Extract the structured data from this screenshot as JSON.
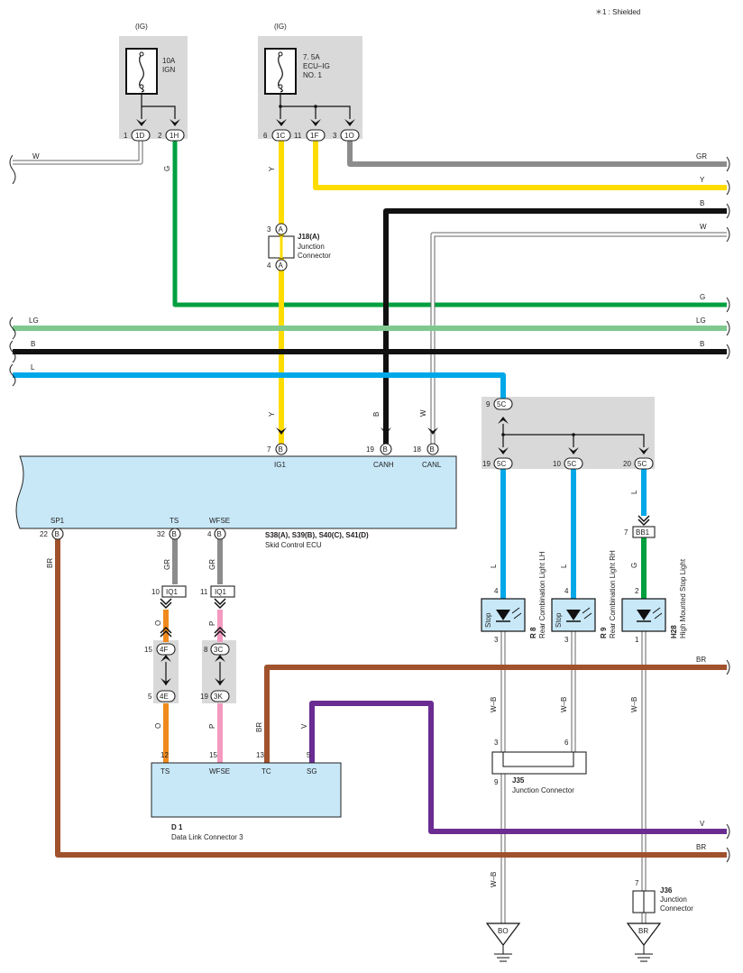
{
  "note": "＊1 : Shielded",
  "fuses": {
    "ign": {
      "supply": "(IG)",
      "rating": "10A",
      "name": "IGN"
    },
    "ecuig": {
      "supply": "(IG)",
      "rating": "7. 5A",
      "name": "ECU–IG",
      "name2": "NO. 1"
    }
  },
  "pins": {
    "p1": "1",
    "p1d": "1D",
    "p2": "2",
    "p1h": "1H",
    "p6": "6",
    "p1c": "1C",
    "p11": "11",
    "p1f": "1F",
    "p3": "3",
    "p1o": "1O",
    "j18a_top_num": "3",
    "j18a_top": "A",
    "j18a_bot_num": "4",
    "j18a_bot": "A",
    "ecu_ig1_num": "7",
    "ecu_ig1": "B",
    "ecu_canh_num": "19",
    "ecu_canh": "B",
    "ecu_canl_num": "18",
    "ecu_canl": "B",
    "sp1_num": "22",
    "sp1": "B",
    "ts_num": "32",
    "ts": "B",
    "wfse_num": "4",
    "wfse": "B",
    "j5c_top_num": "9",
    "j5c_top": "5C",
    "j5c_a_num": "19",
    "j5c_a": "5C",
    "j5c_b_num": "10",
    "j5c_b": "5C",
    "j5c_c_num": "20",
    "j5c_c": "5C",
    "iq1a_num": "10",
    "iq1a": "IQ1",
    "iq1b_num": "11",
    "iq1b": "IQ1",
    "p4f_num": "15",
    "p4f": "4F",
    "p4e_num": "5",
    "p4e": "4E",
    "p3c_num": "8",
    "p3c": "3C",
    "p3k_num": "19",
    "p3k": "3K",
    "bb1_num": "7",
    "bb1": "BB1",
    "r8_in": "4",
    "r8_out": "3",
    "r9_in": "4",
    "r9_out": "3",
    "h28_in": "2",
    "h28_out": "1",
    "j35_a": "3",
    "j35_b": "6",
    "j35_c": "9",
    "j36_a": "7",
    "d1_ts": "12",
    "d1_wfse": "15",
    "d1_tc": "13",
    "d1_sg": "5"
  },
  "wires": {
    "w": "W",
    "g": "G",
    "y": "Y",
    "gr": "GR",
    "b": "B",
    "lg": "LG",
    "l": "L",
    "br": "BR",
    "o": "O",
    "p": "P",
    "v": "V",
    "wb": "W–B"
  },
  "j18": {
    "id": "J18(A)",
    "line1": "Junction",
    "line2": "Connector"
  },
  "ecu": {
    "ig1": "IG1",
    "canh": "CANH",
    "canl": "CANL",
    "sp1": "SP1",
    "ts": "TS",
    "wfse": "WFSE",
    "id": "S38(A), S39(B), S40(C), S41(D)",
    "name": "Skid Control ECU"
  },
  "lamps": {
    "r8": {
      "id": "R 8",
      "name": "Rear Combination Light LH",
      "stop": "Stop"
    },
    "r9": {
      "id": "R 9",
      "name": "Rear Combination Light RH",
      "stop": "Stop"
    },
    "h28": {
      "id": "H28",
      "name": "High Mounted Stop Light"
    }
  },
  "j35": {
    "id": "J35",
    "name": "Junction Connector"
  },
  "j36": {
    "id": "J36",
    "line1": "Junction",
    "line2": "Connector"
  },
  "d1": {
    "id": "D 1",
    "name": "Data Link Connector 3",
    "ts": "TS",
    "wfse": "WFSE",
    "tc": "TC",
    "sg": "SG"
  },
  "grounds": {
    "bo": "BO",
    "br": "BR"
  },
  "colors": {
    "W": "#ffffff",
    "G": "#00a040",
    "Y": "#ffdc00",
    "GR": "#8c8c8c",
    "B": "#111111",
    "LG": "#7fc98f",
    "L": "#00a8e8",
    "BR": "#a0522d",
    "O": "#f08a1c",
    "P": "#f49ac1",
    "V": "#6a2c91",
    "GRAYBOX": "#d9d9d9",
    "ECU": "#c8e8f8"
  }
}
